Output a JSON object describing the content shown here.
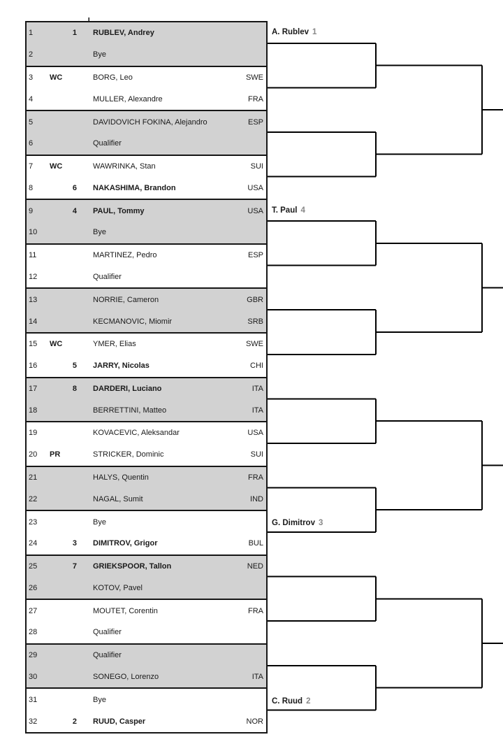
{
  "rows": [
    {
      "pos": "1",
      "entry": "",
      "seed": "1",
      "name": "RUBLEV, Andrey",
      "country": ""
    },
    {
      "pos": "2",
      "entry": "",
      "seed": "",
      "name": "Bye",
      "country": ""
    },
    {
      "pos": "3",
      "entry": "WC",
      "seed": "",
      "name": "BORG, Leo",
      "country": "SWE"
    },
    {
      "pos": "4",
      "entry": "",
      "seed": "",
      "name": "MULLER, Alexandre",
      "country": "FRA"
    },
    {
      "pos": "5",
      "entry": "",
      "seed": "",
      "name": "DAVIDOVICH FOKINA, Alejandro",
      "country": "ESP"
    },
    {
      "pos": "6",
      "entry": "",
      "seed": "",
      "name": "Qualifier",
      "country": ""
    },
    {
      "pos": "7",
      "entry": "WC",
      "seed": "",
      "name": "WAWRINKA, Stan",
      "country": "SUI"
    },
    {
      "pos": "8",
      "entry": "",
      "seed": "6",
      "name": "NAKASHIMA, Brandon",
      "country": "USA"
    },
    {
      "pos": "9",
      "entry": "",
      "seed": "4",
      "name": "PAUL, Tommy",
      "country": "USA"
    },
    {
      "pos": "10",
      "entry": "",
      "seed": "",
      "name": "Bye",
      "country": ""
    },
    {
      "pos": "11",
      "entry": "",
      "seed": "",
      "name": "MARTINEZ, Pedro",
      "country": "ESP"
    },
    {
      "pos": "12",
      "entry": "",
      "seed": "",
      "name": "Qualifier",
      "country": ""
    },
    {
      "pos": "13",
      "entry": "",
      "seed": "",
      "name": "NORRIE, Cameron",
      "country": "GBR"
    },
    {
      "pos": "14",
      "entry": "",
      "seed": "",
      "name": "KECMANOVIC, Miomir",
      "country": "SRB"
    },
    {
      "pos": "15",
      "entry": "WC",
      "seed": "",
      "name": "YMER, Elias",
      "country": "SWE"
    },
    {
      "pos": "16",
      "entry": "",
      "seed": "5",
      "name": "JARRY, Nicolas",
      "country": "CHI"
    },
    {
      "pos": "17",
      "entry": "",
      "seed": "8",
      "name": "DARDERI, Luciano",
      "country": "ITA"
    },
    {
      "pos": "18",
      "entry": "",
      "seed": "",
      "name": "BERRETTINI, Matteo",
      "country": "ITA"
    },
    {
      "pos": "19",
      "entry": "",
      "seed": "",
      "name": "KOVACEVIC, Aleksandar",
      "country": "USA"
    },
    {
      "pos": "20",
      "entry": "PR",
      "seed": "",
      "name": "STRICKER, Dominic",
      "country": "SUI"
    },
    {
      "pos": "21",
      "entry": "",
      "seed": "",
      "name": "HALYS, Quentin",
      "country": "FRA"
    },
    {
      "pos": "22",
      "entry": "",
      "seed": "",
      "name": "NAGAL, Sumit",
      "country": "IND"
    },
    {
      "pos": "23",
      "entry": "",
      "seed": "",
      "name": "Bye",
      "country": ""
    },
    {
      "pos": "24",
      "entry": "",
      "seed": "3",
      "name": "DIMITROV, Grigor",
      "country": "BUL"
    },
    {
      "pos": "25",
      "entry": "",
      "seed": "7",
      "name": "GRIEKSPOOR, Tallon",
      "country": "NED"
    },
    {
      "pos": "26",
      "entry": "",
      "seed": "",
      "name": "KOTOV, Pavel",
      "country": ""
    },
    {
      "pos": "27",
      "entry": "",
      "seed": "",
      "name": "MOUTET, Corentin",
      "country": "FRA"
    },
    {
      "pos": "28",
      "entry": "",
      "seed": "",
      "name": "Qualifier",
      "country": ""
    },
    {
      "pos": "29",
      "entry": "",
      "seed": "",
      "name": "Qualifier",
      "country": ""
    },
    {
      "pos": "30",
      "entry": "",
      "seed": "",
      "name": "SONEGO, Lorenzo",
      "country": "ITA"
    },
    {
      "pos": "31",
      "entry": "",
      "seed": "",
      "name": "Bye",
      "country": ""
    },
    {
      "pos": "32",
      "entry": "",
      "seed": "2",
      "name": "RUUD, Casper",
      "country": "NOR"
    }
  ],
  "advancing": [
    {
      "name": "A. Rublev",
      "seed": "1"
    },
    {
      "name": "T. Paul",
      "seed": "4"
    },
    {
      "name": "G. Dimitrov",
      "seed": "3"
    },
    {
      "name": "C. Ruud",
      "seed": "2"
    }
  ],
  "colors": {
    "shaded_row": "#d2d2d2",
    "bracket_line": "#000000",
    "advancing_seed": "#888888"
  }
}
